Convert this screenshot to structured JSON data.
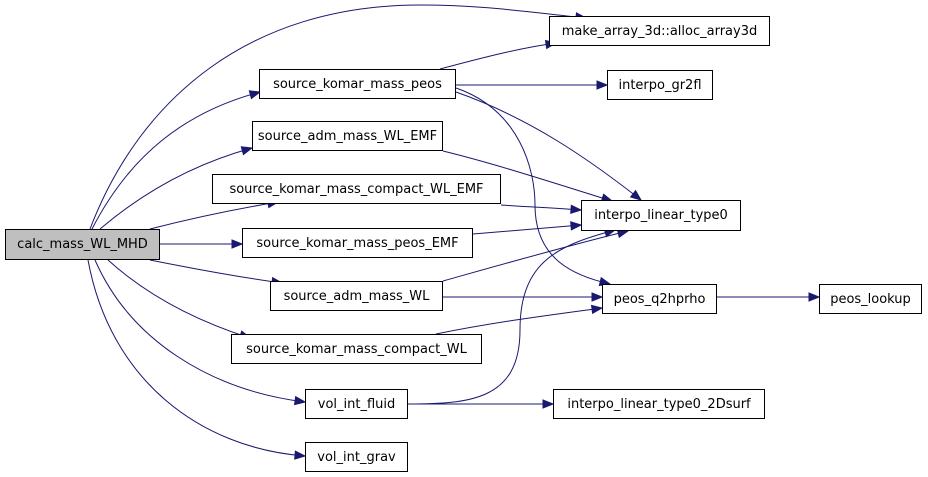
{
  "colors": {
    "edge": "#191970",
    "node_border": "#000000",
    "root_fill": "#bfbfbf",
    "node_fill": "#ffffff"
  },
  "nodes": [
    {
      "id": "calc_mass_WL_MHD",
      "label": "calc_mass_WL_MHD",
      "root": true
    },
    {
      "id": "make_array_3d_alloc_array3d",
      "label": "make_array_3d::alloc_array3d"
    },
    {
      "id": "source_komar_mass_peos",
      "label": "source_komar_mass_peos"
    },
    {
      "id": "interpo_gr2fl",
      "label": "interpo_gr2fl"
    },
    {
      "id": "source_adm_mass_WL_EMF",
      "label": "source_adm_mass_WL_EMF"
    },
    {
      "id": "source_komar_mass_compact_WL_EMF",
      "label": "source_komar_mass_compact_WL_EMF"
    },
    {
      "id": "interpo_linear_type0",
      "label": "interpo_linear_type0"
    },
    {
      "id": "source_komar_mass_peos_EMF",
      "label": "source_komar_mass_peos_EMF"
    },
    {
      "id": "source_adm_mass_WL",
      "label": "source_adm_mass_WL"
    },
    {
      "id": "peos_q2hprho",
      "label": "peos_q2hprho"
    },
    {
      "id": "peos_lookup",
      "label": "peos_lookup"
    },
    {
      "id": "source_komar_mass_compact_WL",
      "label": "source_komar_mass_compact_WL"
    },
    {
      "id": "vol_int_fluid",
      "label": "vol_int_fluid"
    },
    {
      "id": "interpo_linear_type0_2Dsurf",
      "label": "interpo_linear_type0_2Dsurf"
    },
    {
      "id": "vol_int_grav",
      "label": "vol_int_grav"
    }
  ],
  "edges": [
    [
      "calc_mass_WL_MHD",
      "make_array_3d_alloc_array3d"
    ],
    [
      "calc_mass_WL_MHD",
      "source_komar_mass_peos"
    ],
    [
      "calc_mass_WL_MHD",
      "source_adm_mass_WL_EMF"
    ],
    [
      "calc_mass_WL_MHD",
      "source_komar_mass_compact_WL_EMF"
    ],
    [
      "calc_mass_WL_MHD",
      "source_komar_mass_peos_EMF"
    ],
    [
      "calc_mass_WL_MHD",
      "source_adm_mass_WL"
    ],
    [
      "calc_mass_WL_MHD",
      "source_komar_mass_compact_WL"
    ],
    [
      "calc_mass_WL_MHD",
      "vol_int_fluid"
    ],
    [
      "calc_mass_WL_MHD",
      "vol_int_grav"
    ],
    [
      "source_komar_mass_peos",
      "make_array_3d_alloc_array3d"
    ],
    [
      "source_komar_mass_peos",
      "interpo_gr2fl"
    ],
    [
      "source_komar_mass_peos",
      "interpo_linear_type0"
    ],
    [
      "source_komar_mass_peos",
      "peos_q2hprho"
    ],
    [
      "source_adm_mass_WL_EMF",
      "interpo_linear_type0"
    ],
    [
      "source_komar_mass_compact_WL_EMF",
      "interpo_linear_type0"
    ],
    [
      "source_komar_mass_peos_EMF",
      "interpo_linear_type0"
    ],
    [
      "source_adm_mass_WL",
      "interpo_linear_type0"
    ],
    [
      "source_adm_mass_WL",
      "peos_q2hprho"
    ],
    [
      "peos_q2hprho",
      "peos_lookup"
    ],
    [
      "source_komar_mass_compact_WL",
      "peos_q2hprho"
    ],
    [
      "vol_int_fluid",
      "interpo_linear_type0"
    ],
    [
      "vol_int_fluid",
      "interpo_linear_type0_2Dsurf"
    ]
  ]
}
